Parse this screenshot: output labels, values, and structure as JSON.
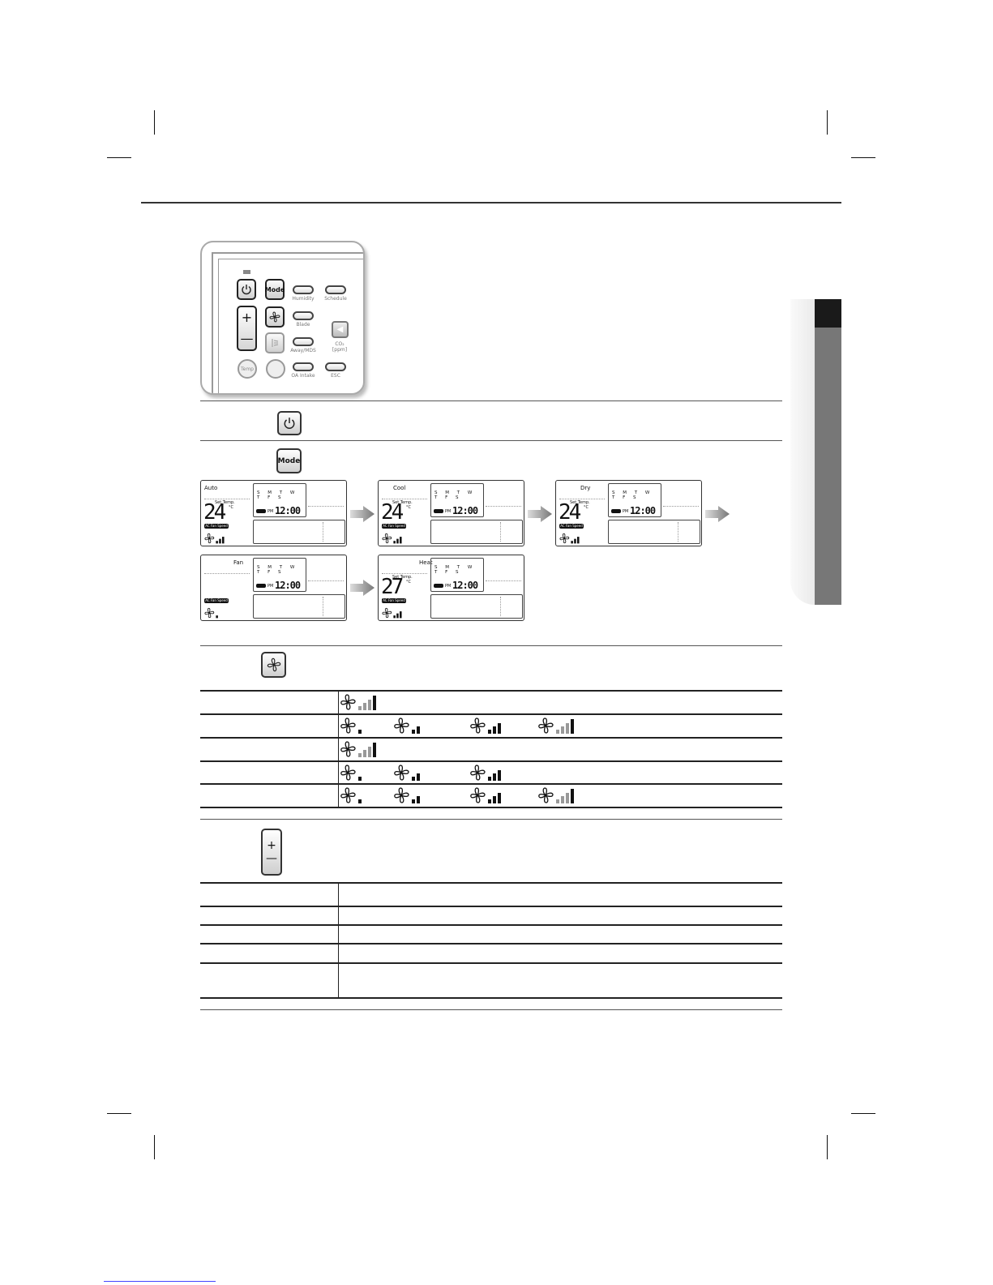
{
  "panel": {
    "mode_label": "Mode",
    "humidity_label": "Humidity",
    "schedule_label": "Schedule",
    "blade_label": "Blade",
    "away_label": "Away/MDS",
    "co2_label": "CO₂\n[ppm]",
    "temp_label": "Temp",
    "oa_intake_label": "OA Intake",
    "esc_label": "ESC",
    "plus_label": "+",
    "minus_label": "—"
  },
  "mode_button_label": "Mode",
  "updown_button": {
    "plus": "+",
    "minus": "—"
  },
  "lcd_common": {
    "days": "S M T W T F S",
    "set_temp_label": "Set Temp.",
    "degree_label": "°C",
    "clock": "12:00",
    "pm": "PM",
    "fan_badge": "AC Fan Speed"
  },
  "lcd_screens": [
    {
      "mode": "Auto",
      "temp": "24",
      "fan_level": 3
    },
    {
      "mode": "Cool",
      "temp": "24",
      "fan_level": 3
    },
    {
      "mode": "Dry",
      "temp": "24",
      "fan_level": 3
    },
    {
      "mode": "Fan",
      "temp": "",
      "fan_level": 1
    },
    {
      "mode": "Heat",
      "temp": "27",
      "fan_level": 3
    }
  ],
  "fan_table": [
    {
      "levels": [
        "auto"
      ]
    },
    {
      "levels": [
        1,
        2,
        3,
        "auto"
      ]
    },
    {
      "levels": [
        "auto"
      ]
    },
    {
      "levels": [
        1,
        2,
        3
      ]
    },
    {
      "levels": [
        1,
        2,
        3,
        "auto"
      ]
    }
  ],
  "colors": {
    "ink": "#111111",
    "grey_bar": "#999999",
    "side_tab_dark": "#777777"
  }
}
